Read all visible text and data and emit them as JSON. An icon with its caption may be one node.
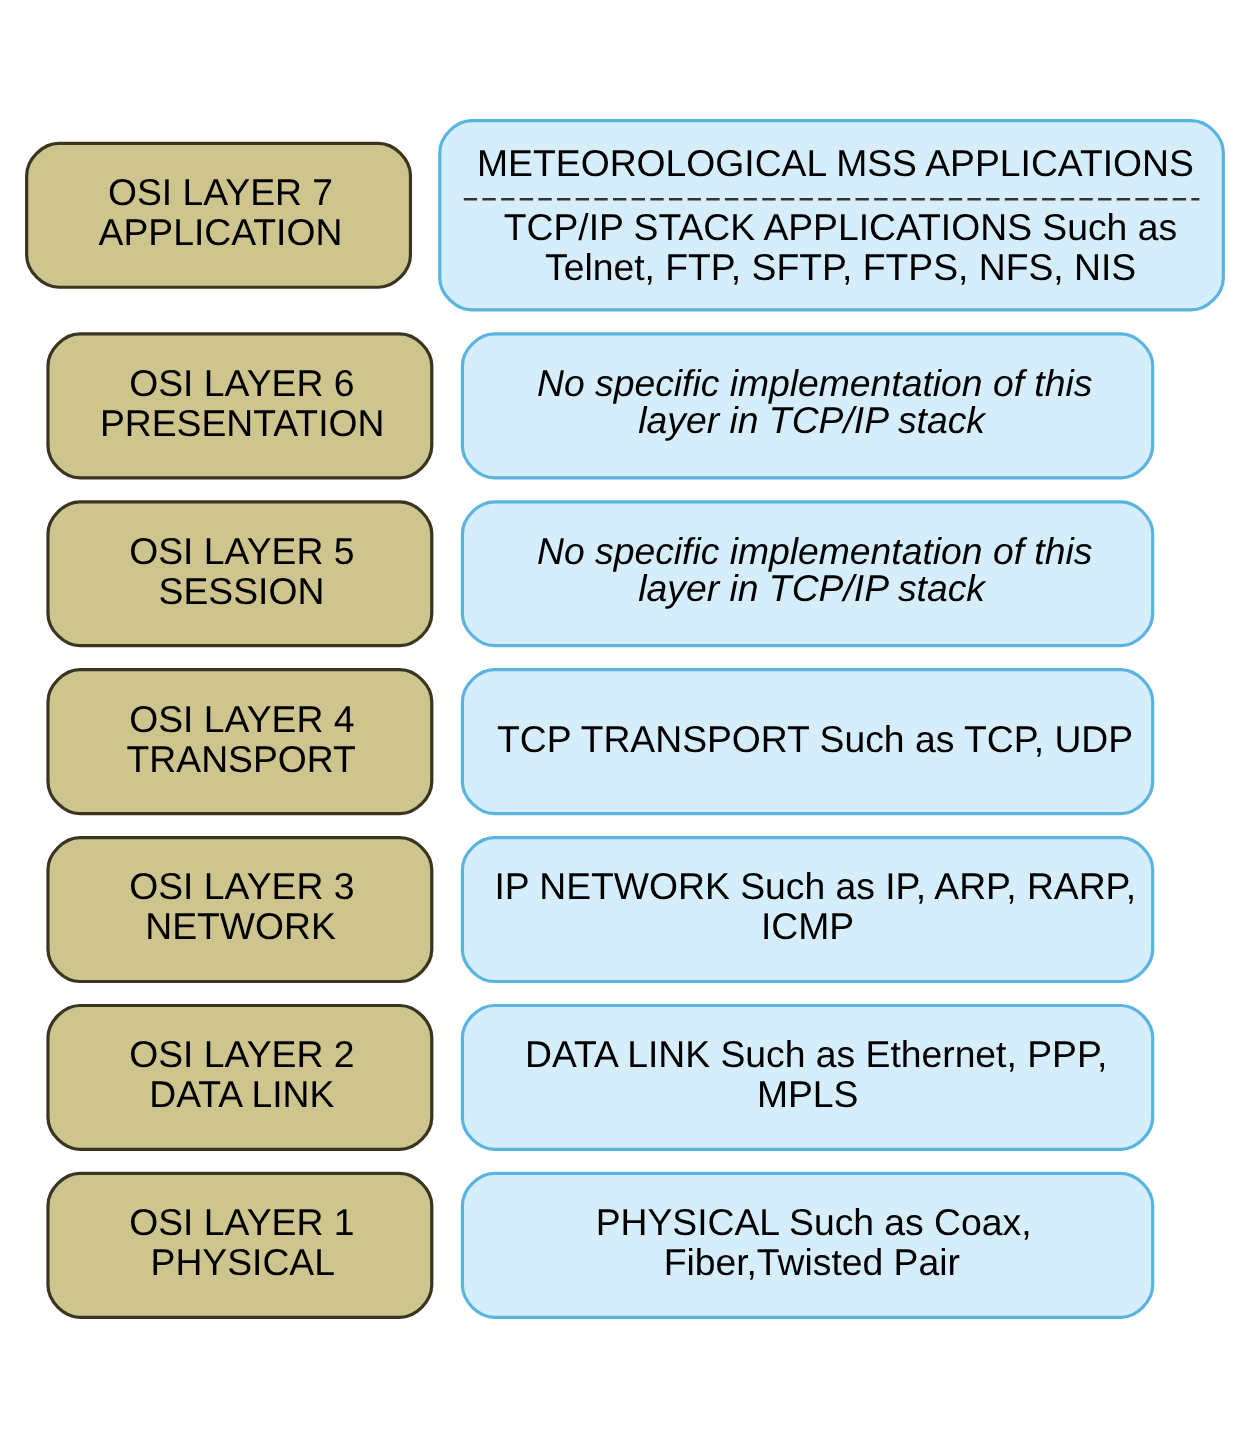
{
  "diagram": {
    "nodes": [
      {
        "text": [
          "OSI LAYER 7 APPLICATION"
        ]
      },
      {
        "text": [
          "METEOROLOGICAL MSS APPLICATIONS",
          "TCP/IP STACK APPLICATIONS Such as Telnet, FTP, SFTP, FTPS, NFS, NIS"
        ]
      },
      {
        "text": [
          "OSI LAYER 6 PRESENTATION"
        ]
      },
      {
        "text": [
          "No specific implementation of this layer in TCP/IP stack"
        ]
      },
      {
        "text": [
          "OSI LAYER 5 SESSION"
        ]
      },
      {
        "text": [
          "No specific implementation of this layer in TCP/IP stack"
        ]
      },
      {
        "text": [
          "OSI LAYER 4 TRANSPORT"
        ]
      },
      {
        "text": [
          "TCP TRANSPORT Such as TCP, UDP"
        ]
      },
      {
        "text": [
          "OSI LAYER 3 NETWORK"
        ]
      },
      {
        "text": [
          "IP NETWORK Such as IP, ARP, RARP, ICMP"
        ]
      },
      {
        "text": [
          "OSI LAYER 2 DATA LINK"
        ]
      },
      {
        "text": [
          "DATA LINK Such as Ethernet, PPP, MPLS"
        ]
      },
      {
        "text": [
          "OSI LAYER 1 PHYSICAL"
        ]
      },
      {
        "text": [
          "PHYSICAL Such as Coax, Fiber,Twisted Pair"
        ]
      }
    ],
    "edges": []
  }
}
